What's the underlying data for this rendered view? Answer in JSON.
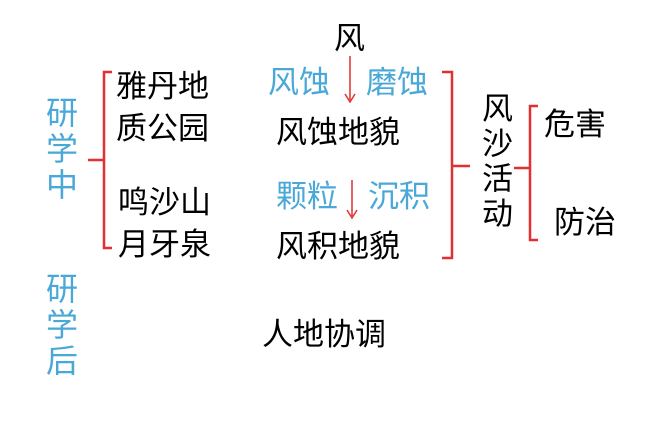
{
  "left_labels": {
    "during": "研学中",
    "after": "研学后"
  },
  "sites": {
    "site1": "雅丹地质公园",
    "site2": "鸣沙山月牙泉"
  },
  "top_label": "风",
  "erosion": {
    "process_left": "风蚀",
    "process_right": "磨蚀",
    "landform": "风蚀地貌"
  },
  "deposition": {
    "process_left": "颗粒",
    "process_right": "沉积",
    "landform": "风积地貌"
  },
  "harmony": "人地协调",
  "aeolian_activity": "风沙活动",
  "outcomes": {
    "hazard": "危害",
    "control": "防治"
  },
  "colors": {
    "accent_blue": "#4aa8d8",
    "bracket_red": "#e03030",
    "text": "#000000"
  }
}
